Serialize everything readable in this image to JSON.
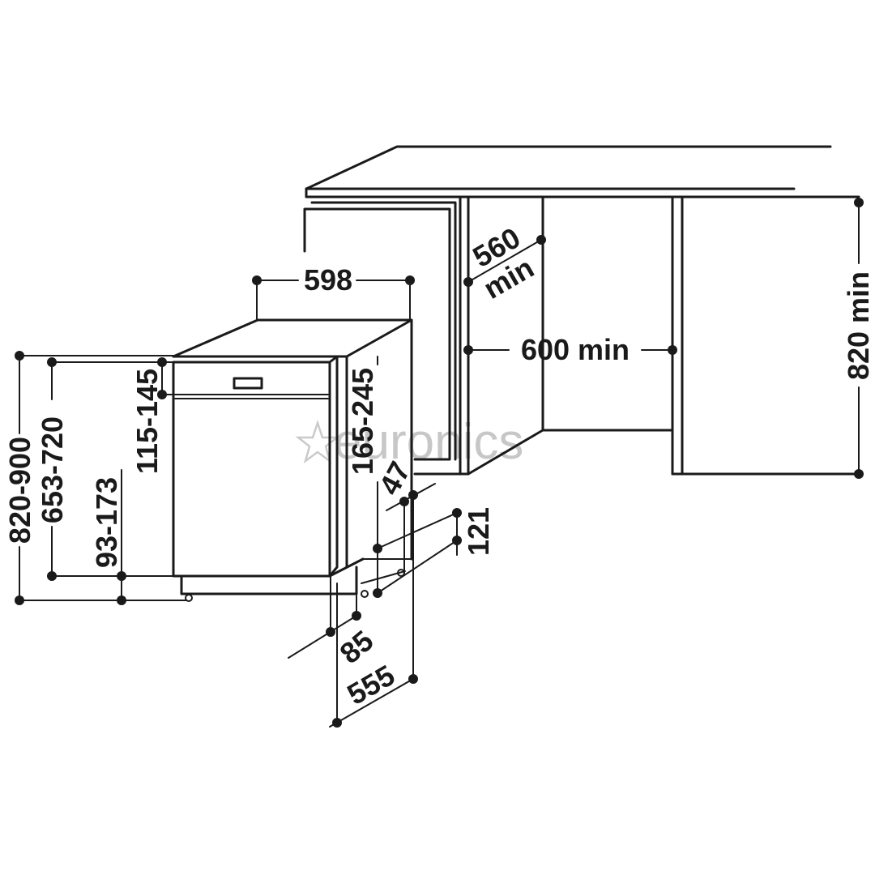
{
  "watermark": "euronics",
  "dimensions": {
    "width": "598",
    "height_range": "820-900",
    "door_height": "653-720",
    "plinth": "93-173",
    "top_gap": "115-145",
    "side_gap": "165-245",
    "offset_47": "47",
    "offset_121": "121",
    "offset_85": "85",
    "depth": "555",
    "niche_depth": "560",
    "niche_depth_suffix": "min",
    "niche_width": "600 min",
    "niche_height": "820 min"
  }
}
